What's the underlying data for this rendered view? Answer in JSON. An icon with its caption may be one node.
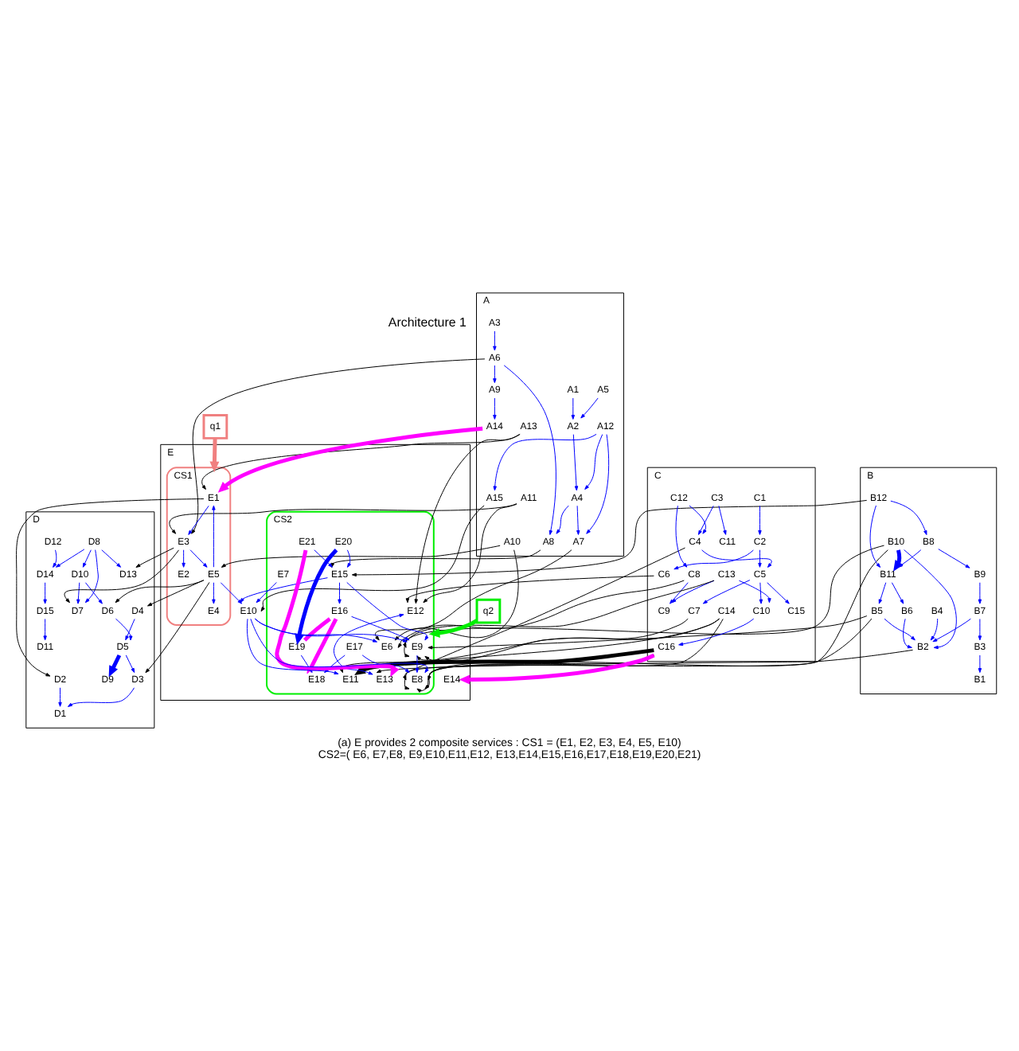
{
  "diagram": {
    "title": "Architecture 1",
    "caption": "(a) E provides 2 composite services : CS1 = (E1, E2, E3, E4, E5, E10) CS2=( E6, E7,E8, E9,E10,E11,E12, E13,E14,E15,E16,E17,E18,E19,E20,E21)",
    "nodes": [
      {
        "text": [
          "A"
        ]
      },
      {
        "text": [
          "A1"
        ],
        "in": 0
      },
      {
        "text": [
          "A2"
        ],
        "in": 0
      },
      {
        "text": [
          "A3"
        ],
        "in": 0
      },
      {
        "text": [
          "A4"
        ],
        "in": 0
      },
      {
        "text": [
          "A5"
        ],
        "in": 0
      },
      {
        "text": [
          "A6"
        ],
        "in": 0
      },
      {
        "text": [
          "A7"
        ],
        "in": 0
      },
      {
        "text": [
          "A8"
        ],
        "in": 0
      },
      {
        "text": [
          "A9"
        ],
        "in": 0
      },
      {
        "text": [
          "A10"
        ],
        "in": 0
      },
      {
        "text": [
          "A11"
        ],
        "in": 0
      },
      {
        "text": [
          "A12"
        ],
        "in": 0
      },
      {
        "text": [
          "A13"
        ],
        "in": 0
      },
      {
        "text": [
          "A14"
        ],
        "in": 0
      },
      {
        "text": [
          "A15"
        ],
        "in": 0
      },
      {
        "text": [
          "B"
        ]
      },
      {
        "text": [
          "B1"
        ],
        "in": 16
      },
      {
        "text": [
          "B2"
        ],
        "in": 16
      },
      {
        "text": [
          "B3"
        ],
        "in": 16
      },
      {
        "text": [
          "B4"
        ],
        "in": 16
      },
      {
        "text": [
          "B5"
        ],
        "in": 16
      },
      {
        "text": [
          "B6"
        ],
        "in": 16
      },
      {
        "text": [
          "B7"
        ],
        "in": 16
      },
      {
        "text": [
          "B8"
        ],
        "in": 16
      },
      {
        "text": [
          "B9"
        ],
        "in": 16
      },
      {
        "text": [
          "B10"
        ],
        "in": 16
      },
      {
        "text": [
          "B11"
        ],
        "in": 16
      },
      {
        "text": [
          "B12"
        ],
        "in": 16
      },
      {
        "text": [
          "C"
        ]
      },
      {
        "text": [
          "C1"
        ],
        "in": 29
      },
      {
        "text": [
          "C2"
        ],
        "in": 29
      },
      {
        "text": [
          "C3"
        ],
        "in": 29
      },
      {
        "text": [
          "C4"
        ],
        "in": 29
      },
      {
        "text": [
          "C5"
        ],
        "in": 29
      },
      {
        "text": [
          "C6"
        ],
        "in": 29
      },
      {
        "text": [
          "C7"
        ],
        "in": 29
      },
      {
        "text": [
          "C8"
        ],
        "in": 29
      },
      {
        "text": [
          "C9"
        ],
        "in": 29
      },
      {
        "text": [
          "C10"
        ],
        "in": 29
      },
      {
        "text": [
          "C11"
        ],
        "in": 29
      },
      {
        "text": [
          "C12"
        ],
        "in": 29
      },
      {
        "text": [
          "C13"
        ],
        "in": 29
      },
      {
        "text": [
          "C14"
        ],
        "in": 29
      },
      {
        "text": [
          "C15"
        ],
        "in": 29
      },
      {
        "text": [
          "C16"
        ],
        "in": 29
      },
      {
        "text": [
          "D"
        ]
      },
      {
        "text": [
          "D1"
        ],
        "in": 46
      },
      {
        "text": [
          "D2"
        ],
        "in": 46
      },
      {
        "text": [
          "D3"
        ],
        "in": 46
      },
      {
        "text": [
          "D4"
        ],
        "in": 46
      },
      {
        "text": [
          "D5"
        ],
        "in": 46
      },
      {
        "text": [
          "D6"
        ],
        "in": 46
      },
      {
        "text": [
          "D7"
        ],
        "in": 46
      },
      {
        "text": [
          "D8"
        ],
        "in": 46
      },
      {
        "text": [
          "D9"
        ],
        "in": 46
      },
      {
        "text": [
          "D10"
        ],
        "in": 46
      },
      {
        "text": [
          "D11"
        ],
        "in": 46
      },
      {
        "text": [
          "D12"
        ],
        "in": 46
      },
      {
        "text": [
          "D13"
        ],
        "in": 46
      },
      {
        "text": [
          "D14"
        ],
        "in": 46
      },
      {
        "text": [
          "D15"
        ],
        "in": 46
      },
      {
        "text": [
          "E"
        ]
      },
      {
        "text": [
          "CS1"
        ],
        "in": 62
      },
      {
        "text": [
          "CS2"
        ],
        "in": 62
      },
      {
        "text": [
          "E1"
        ],
        "in": 63
      },
      {
        "text": [
          "E2"
        ],
        "in": 63
      },
      {
        "text": [
          "E3"
        ],
        "in": 63
      },
      {
        "text": [
          "E4"
        ],
        "in": 63
      },
      {
        "text": [
          "E5"
        ],
        "in": 63
      },
      {
        "text": [
          "E6"
        ],
        "in": 64
      },
      {
        "text": [
          "E7"
        ],
        "in": 64
      },
      {
        "text": [
          "E8"
        ],
        "in": 64
      },
      {
        "text": [
          "E9"
        ],
        "in": 64
      },
      {
        "text": [
          "E10"
        ],
        "in": 62
      },
      {
        "text": [
          "E11"
        ],
        "in": 64
      },
      {
        "text": [
          "E12"
        ],
        "in": 64
      },
      {
        "text": [
          "E13"
        ],
        "in": 64
      },
      {
        "text": [
          "E14"
        ],
        "in": 62
      },
      {
        "text": [
          "E15"
        ],
        "in": 64
      },
      {
        "text": [
          "E16"
        ],
        "in": 64
      },
      {
        "text": [
          "E17"
        ],
        "in": 64
      },
      {
        "text": [
          "E18"
        ],
        "in": 64
      },
      {
        "text": [
          "E19"
        ],
        "in": 64
      },
      {
        "text": [
          "E20"
        ],
        "in": 64
      },
      {
        "text": [
          "E21"
        ],
        "in": 64
      },
      {
        "text": [
          "q1"
        ]
      },
      {
        "text": [
          "q2"
        ]
      }
    ],
    "edges": [
      {
        "from": 1,
        "to": 2,
        "arrow": "to"
      },
      {
        "from": 3,
        "to": 6,
        "arrow": "to"
      },
      {
        "from": 5,
        "to": 2,
        "arrow": "to"
      },
      {
        "from": 2,
        "to": 4,
        "arrow": "to"
      },
      {
        "from": 6,
        "to": 9,
        "arrow": "to"
      },
      {
        "from": 9,
        "to": 14,
        "arrow": "to"
      },
      {
        "from": 6,
        "to": 8,
        "arrow": "to"
      },
      {
        "from": 4,
        "to": 8,
        "arrow": "to"
      },
      {
        "from": 4,
        "to": 7,
        "arrow": "to"
      },
      {
        "from": 12,
        "to": 4,
        "arrow": "to"
      },
      {
        "from": 12,
        "to": 7,
        "arrow": "to"
      },
      {
        "from": 12,
        "to": 15,
        "arrow": "to"
      },
      {
        "from": 19,
        "to": 17,
        "arrow": "to"
      },
      {
        "from": 23,
        "to": 19,
        "arrow": "to"
      },
      {
        "from": 23,
        "to": 18,
        "arrow": "to"
      },
      {
        "from": 20,
        "to": 18,
        "arrow": "to"
      },
      {
        "from": 21,
        "to": 18,
        "arrow": "to"
      },
      {
        "from": 26,
        "to": 18,
        "arrow": "to"
      },
      {
        "from": 22,
        "to": 18,
        "arrow": "to"
      },
      {
        "from": 25,
        "to": 23,
        "arrow": "to"
      },
      {
        "from": 24,
        "to": 25,
        "arrow": "to"
      },
      {
        "from": 24,
        "to": 27,
        "arrow": "to"
      },
      {
        "from": 27,
        "to": 22,
        "arrow": "to"
      },
      {
        "from": 27,
        "to": 21,
        "arrow": "to"
      },
      {
        "from": 26,
        "to": 27,
        "arrow": "to",
        "style": "thick"
      },
      {
        "from": 28,
        "to": 27,
        "arrow": "to"
      },
      {
        "from": 28,
        "to": 24,
        "arrow": "to"
      },
      {
        "from": 30,
        "to": 31,
        "arrow": "to"
      },
      {
        "from": 31,
        "to": 35,
        "arrow": "to"
      },
      {
        "from": 31,
        "to": 34,
        "arrow": "to"
      },
      {
        "from": 34,
        "to": 44,
        "arrow": "to"
      },
      {
        "from": 34,
        "to": 39,
        "arrow": "to"
      },
      {
        "from": 34,
        "to": 36,
        "arrow": "to"
      },
      {
        "from": 33,
        "to": 34,
        "arrow": "to"
      },
      {
        "from": 32,
        "to": 33,
        "arrow": "to"
      },
      {
        "from": 32,
        "to": 40,
        "arrow": "to"
      },
      {
        "from": 41,
        "to": 33,
        "arrow": "to"
      },
      {
        "from": 41,
        "to": 37,
        "arrow": "to"
      },
      {
        "from": 37,
        "to": 38,
        "arrow": "to"
      },
      {
        "from": 42,
        "to": 38,
        "arrow": "to"
      },
      {
        "from": 42,
        "to": 39,
        "arrow": "to"
      },
      {
        "from": 39,
        "to": 45,
        "arrow": "to"
      },
      {
        "from": 48,
        "to": 47,
        "arrow": "to"
      },
      {
        "from": 49,
        "to": 47,
        "arrow": "to"
      },
      {
        "from": 51,
        "to": 49,
        "arrow": "to"
      },
      {
        "from": 50,
        "to": 51,
        "arrow": "to"
      },
      {
        "from": 51,
        "to": 55,
        "arrow": "to",
        "style": "thick"
      },
      {
        "from": 52,
        "to": 51,
        "arrow": "to"
      },
      {
        "from": 56,
        "to": 52,
        "arrow": "to"
      },
      {
        "from": 56,
        "to": 53,
        "arrow": "to"
      },
      {
        "from": 54,
        "to": 53,
        "arrow": "to"
      },
      {
        "from": 54,
        "to": 56,
        "arrow": "to"
      },
      {
        "from": 54,
        "to": 59,
        "arrow": "to"
      },
      {
        "from": 54,
        "to": 60,
        "arrow": "to"
      },
      {
        "from": 58,
        "to": 60,
        "arrow": "to"
      },
      {
        "from": 60,
        "to": 61,
        "arrow": "to"
      },
      {
        "from": 61,
        "to": 57,
        "arrow": "to"
      },
      {
        "from": 65,
        "to": 67,
        "arrow": "to"
      },
      {
        "from": 69,
        "to": 65,
        "arrow": "to"
      },
      {
        "from": 67,
        "to": 66,
        "arrow": "to"
      },
      {
        "from": 67,
        "to": 69,
        "arrow": "to"
      },
      {
        "from": 69,
        "to": 68,
        "arrow": "to"
      },
      {
        "from": 69,
        "to": 74,
        "arrow": "to"
      },
      {
        "from": 76,
        "to": 77,
        "arrow": "both"
      },
      {
        "from": 71,
        "to": 74,
        "arrow": "to"
      },
      {
        "from": 74,
        "to": 75,
        "arrow": "to"
      },
      {
        "from": 74,
        "to": 73,
        "arrow": "to"
      },
      {
        "from": 74,
        "to": 70,
        "arrow": "to"
      },
      {
        "from": 73,
        "to": 72,
        "arrow": "to"
      },
      {
        "from": 74,
        "to": 72,
        "arrow": "to"
      },
      {
        "from": 79,
        "to": 73,
        "arrow": "to"
      },
      {
        "from": 80,
        "to": 73,
        "arrow": "to"
      },
      {
        "from": 79,
        "to": 74,
        "arrow": "to"
      },
      {
        "from": 79,
        "to": 80,
        "arrow": "to"
      },
      {
        "from": 85,
        "to": 79,
        "arrow": "to"
      },
      {
        "from": 84,
        "to": 79,
        "arrow": "to"
      },
      {
        "from": 84,
        "to": 83,
        "arrow": "to",
        "style": "thick"
      },
      {
        "from": 83,
        "to": 82,
        "arrow": "to"
      },
      {
        "from": 81,
        "to": 82,
        "arrow": "to"
      },
      {
        "from": 81,
        "to": 72,
        "arrow": "to"
      },
      {
        "from": 80,
        "to": 83,
        "arrow": "none",
        "style": "thick",
        "color": "#ff00ff"
      },
      {
        "from": 80,
        "to": 82,
        "arrow": "none",
        "style": "thick",
        "color": "#ff00ff"
      },
      {
        "from": 14,
        "to": 65,
        "arrow": "to",
        "style": "thick",
        "color": "#ff00ff"
      },
      {
        "from": 45,
        "to": 78,
        "arrow": "to",
        "style": "thick",
        "color": "#ff00ff"
      },
      {
        "from": 85,
        "to": 77,
        "arrow": "to",
        "style": "thick",
        "color": "#ff00ff"
      },
      {
        "from": 86,
        "to": 63,
        "arrow": "to",
        "style": "thick",
        "color": "#f08080"
      },
      {
        "from": 87,
        "to": 64,
        "arrow": "to",
        "style": "thick",
        "color": "#00ee00"
      },
      {
        "from": 6,
        "to": 67,
        "arrow": "to",
        "color": "#000000"
      },
      {
        "from": 10,
        "to": 69,
        "arrow": "to",
        "color": "#000000"
      },
      {
        "from": 10,
        "to": 70,
        "arrow": "to",
        "color": "#000000"
      },
      {
        "from": 13,
        "to": 76,
        "arrow": "to",
        "color": "#000000"
      },
      {
        "from": 13,
        "to": 65,
        "arrow": "to",
        "color": "#000000"
      },
      {
        "from": 11,
        "to": 67,
        "arrow": "to",
        "color": "#000000"
      },
      {
        "from": 11,
        "to": 76,
        "arrow": "to",
        "color": "#000000"
      },
      {
        "from": 7,
        "to": 70,
        "arrow": "to",
        "color": "#000000"
      },
      {
        "from": 8,
        "to": 79,
        "arrow": "to",
        "color": "#000000"
      },
      {
        "from": 15,
        "to": 74,
        "arrow": "to",
        "color": "#000000"
      },
      {
        "from": 18,
        "to": 77,
        "arrow": "to",
        "color": "#000000"
      },
      {
        "from": 21,
        "to": 73,
        "arrow": "to",
        "color": "#000000"
      },
      {
        "from": 21,
        "to": 72,
        "arrow": "to",
        "color": "#000000"
      },
      {
        "from": 26,
        "to": 73,
        "arrow": "to",
        "color": "#000000"
      },
      {
        "from": 26,
        "to": 72,
        "arrow": "to",
        "color": "#000000"
      },
      {
        "from": 28,
        "to": 79,
        "arrow": "to",
        "color": "#000000"
      },
      {
        "from": 35,
        "to": 76,
        "arrow": "to",
        "color": "#000000"
      },
      {
        "from": 45,
        "to": 75,
        "arrow": "to",
        "style": "thick",
        "color": "#000000"
      },
      {
        "from": 45,
        "to": 72,
        "arrow": "to",
        "color": "#000000"
      },
      {
        "from": 36,
        "to": 73,
        "arrow": "to",
        "color": "#000000"
      },
      {
        "from": 33,
        "to": 72,
        "arrow": "to",
        "color": "#000000"
      },
      {
        "from": 37,
        "to": 70,
        "arrow": "to",
        "color": "#000000"
      },
      {
        "from": 42,
        "to": 73,
        "arrow": "to",
        "color": "#000000"
      },
      {
        "from": 43,
        "to": 75,
        "arrow": "to",
        "color": "#000000"
      },
      {
        "from": 43,
        "to": 73,
        "arrow": "to",
        "color": "#000000"
      },
      {
        "from": 43,
        "to": 72,
        "arrow": "to",
        "color": "#000000"
      },
      {
        "from": 67,
        "to": 59,
        "arrow": "to",
        "color": "#000000"
      },
      {
        "from": 67,
        "to": 53,
        "arrow": "to",
        "color": "#000000"
      },
      {
        "from": 69,
        "to": 52,
        "arrow": "to",
        "color": "#000000"
      },
      {
        "from": 69,
        "to": 49,
        "arrow": "to",
        "color": "#000000"
      },
      {
        "from": 69,
        "to": 50,
        "arrow": "to",
        "color": "#000000"
      },
      {
        "from": 65,
        "to": 48,
        "arrow": "to",
        "color": "#000000"
      }
    ]
  }
}
